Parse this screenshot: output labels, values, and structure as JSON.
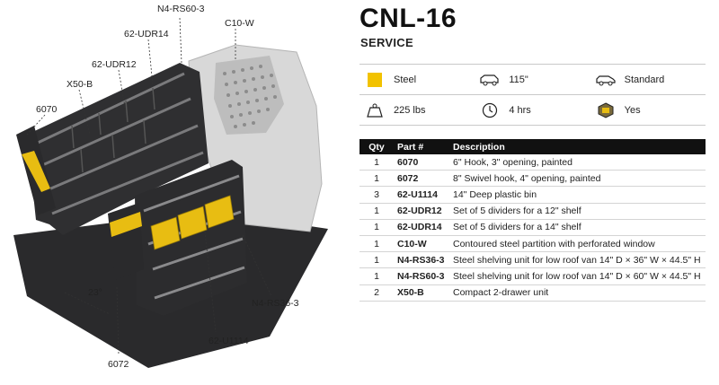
{
  "callouts": {
    "n4rs603": "N4-RS60-3",
    "c10w": "C10-W",
    "udr14": "62-UDR14",
    "udr12": "62-UDR12",
    "x50b": "X50-B",
    "h6070": "6070",
    "angle": "23°",
    "h6072": "6072",
    "bin": "62-U1114",
    "n4rs363": "N4-RS36-3"
  },
  "product": {
    "title": "CNL-16",
    "subtitle": "SERVICE"
  },
  "specs": {
    "material": "Steel",
    "material_color": "#f2c200",
    "wheelbase": "115\"",
    "roof": "Standard",
    "weight": "225 lbs",
    "install_time": "4 hrs",
    "partition": "Yes"
  },
  "table": {
    "headers": {
      "qty": "Qty",
      "part": "Part #",
      "desc": "Description"
    },
    "rows": [
      {
        "qty": "1",
        "part": "6070",
        "desc": "6\" Hook, 3\" opening, painted"
      },
      {
        "qty": "1",
        "part": "6072",
        "desc": "8\" Swivel hook, 4\" opening, painted"
      },
      {
        "qty": "3",
        "part": "62-U1114",
        "desc": "14\" Deep plastic bin"
      },
      {
        "qty": "1",
        "part": "62-UDR12",
        "desc": "Set of 5 dividers for a 12\" shelf"
      },
      {
        "qty": "1",
        "part": "62-UDR14",
        "desc": "Set of 5 dividers for a 14\" shelf"
      },
      {
        "qty": "1",
        "part": "C10-W",
        "desc": "Contoured steel partition with perforated window"
      },
      {
        "qty": "1",
        "part": "N4-RS36-3",
        "desc": "Steel shelving unit for low roof van 14\" D × 36\" W × 44.5\" H"
      },
      {
        "qty": "1",
        "part": "N4-RS60-3",
        "desc": "Steel shelving unit for low roof van 14\" D × 60\" W × 44.5\" H"
      },
      {
        "qty": "2",
        "part": "X50-B",
        "desc": "Compact 2-drawer unit"
      }
    ]
  }
}
